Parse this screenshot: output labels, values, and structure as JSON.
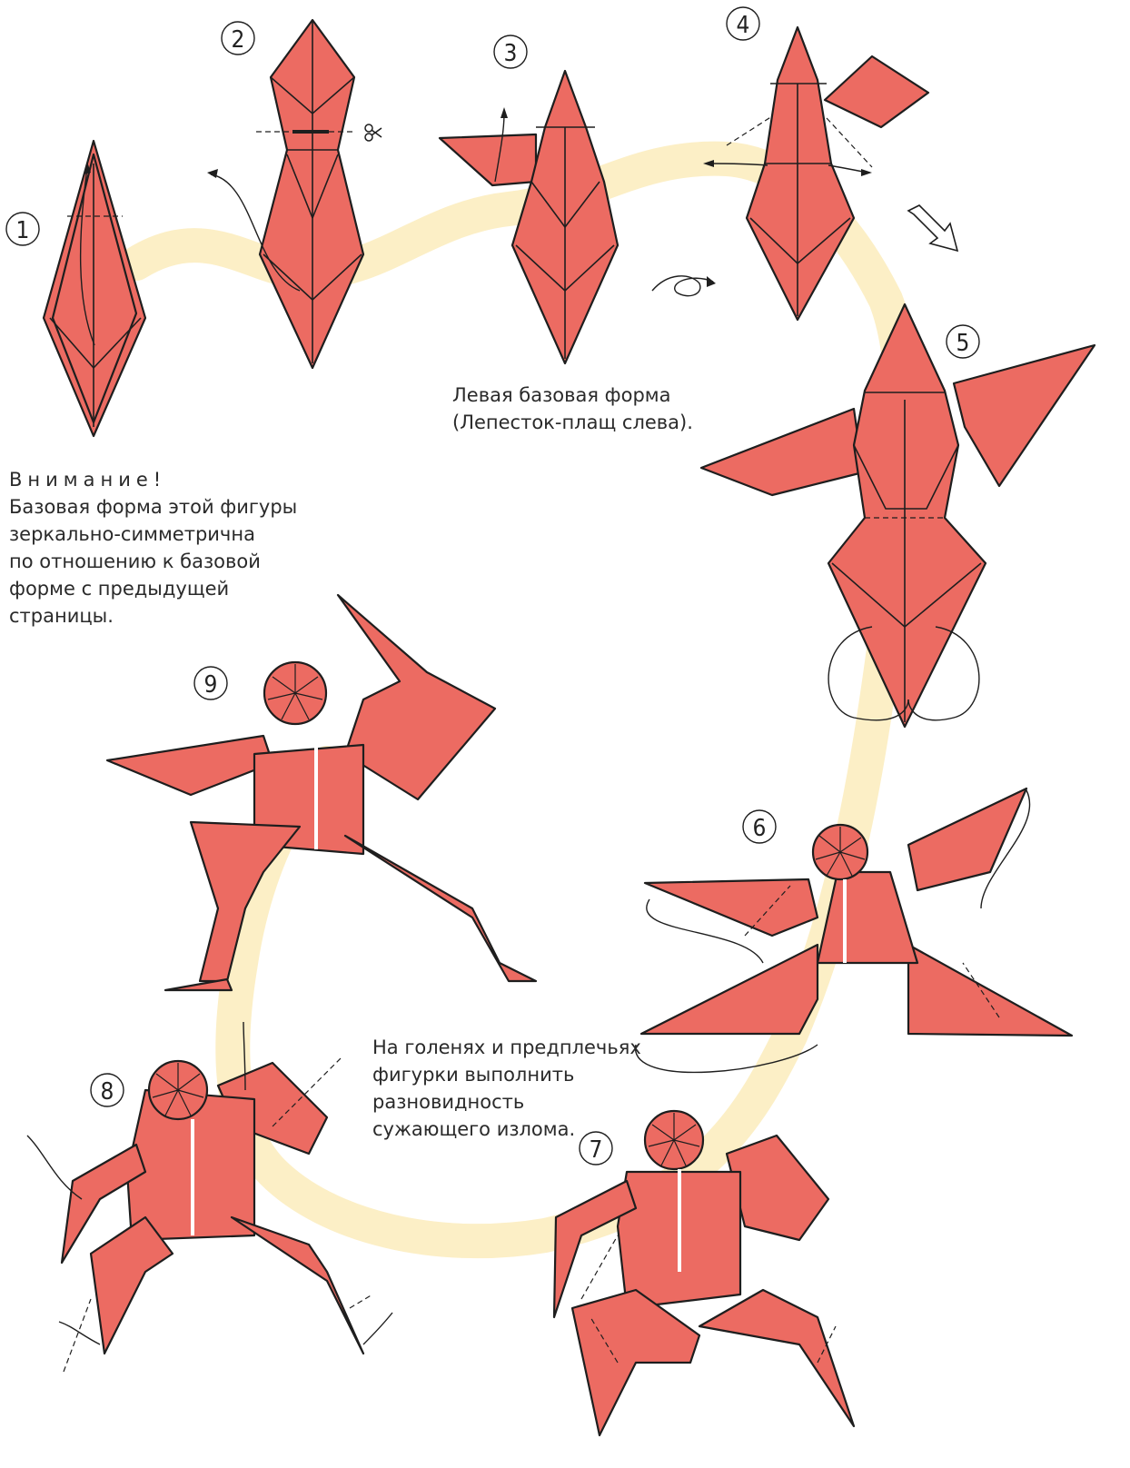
{
  "colors": {
    "paper": "#ec6b62",
    "outline": "#1e1e1e",
    "path_band": "#fcefc6",
    "text": "#2a2a2a"
  },
  "steps": [
    {
      "n": "1",
      "name": "step-1"
    },
    {
      "n": "2",
      "name": "step-2"
    },
    {
      "n": "3",
      "name": "step-3"
    },
    {
      "n": "4",
      "name": "step-4"
    },
    {
      "n": "5",
      "name": "step-5"
    },
    {
      "n": "6",
      "name": "step-6"
    },
    {
      "n": "7",
      "name": "step-7"
    },
    {
      "n": "8",
      "name": "step-8"
    },
    {
      "n": "9",
      "name": "step-9"
    }
  ],
  "notes": {
    "base_form": [
      "Левая базовая форма",
      "(Лепесток-плащ слева)."
    ],
    "attention_heading": "Внимание!",
    "attention_lines": [
      "Базовая форма этой фигуры",
      "зеркально-симметрична",
      "по отношению к базовой",
      "форме с предыдущей",
      "страницы."
    ],
    "narrowing": [
      "На голенях и предплечьях",
      "фигурки выполнить",
      "разновидность",
      "сужающего излома."
    ]
  },
  "icons": [
    "scissors-icon",
    "turn-over-icon",
    "next-step-arrow-icon"
  ]
}
